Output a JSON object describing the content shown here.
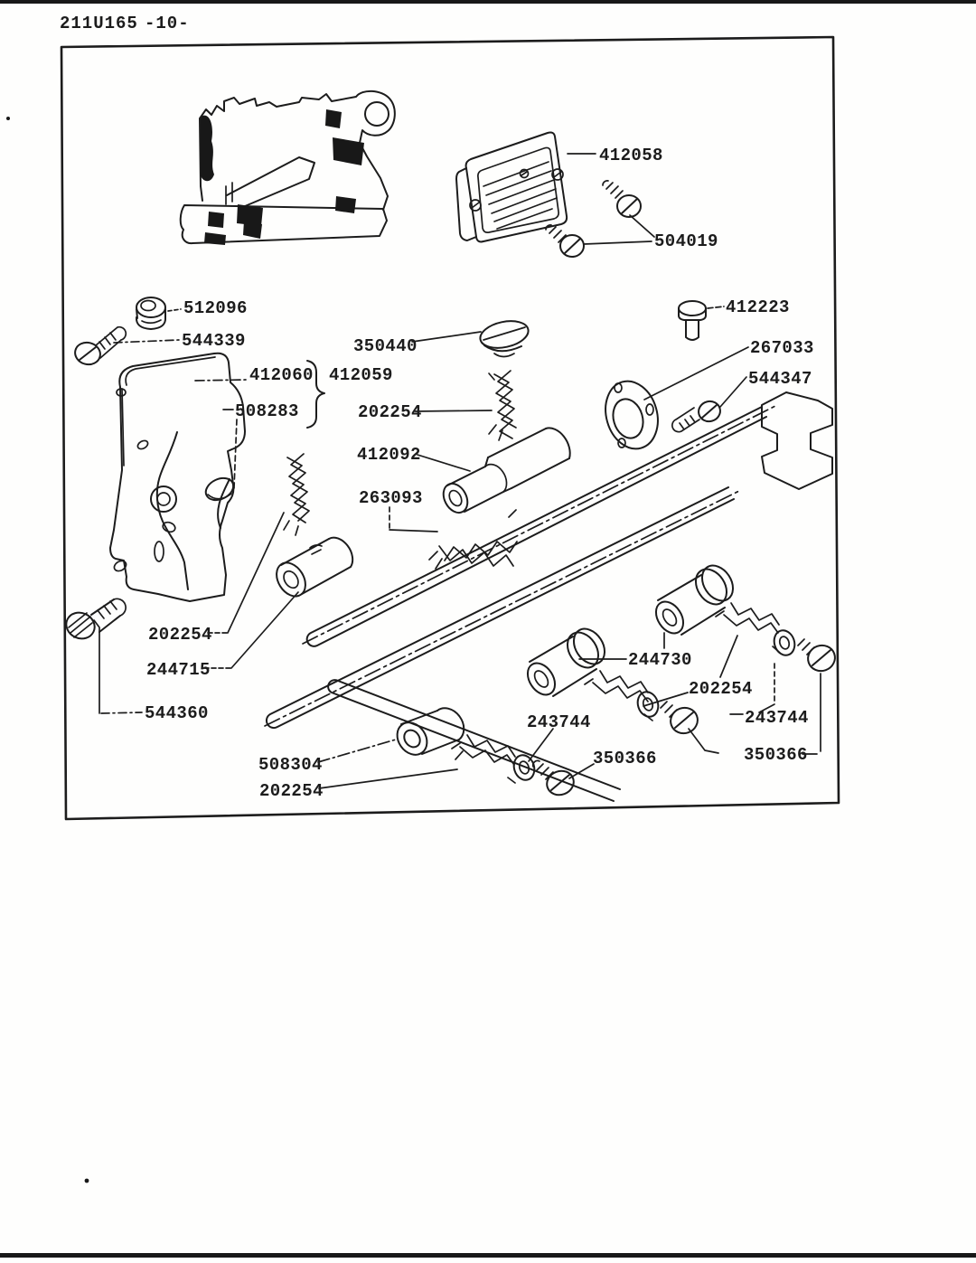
{
  "page": {
    "code": "211U165",
    "page_number": "-10-"
  },
  "colors": {
    "ink": "#1c1c1c",
    "paper": "#fefefd"
  },
  "labels": [
    {
      "text": "412058"
    },
    {
      "text": "504019"
    },
    {
      "text": "512096"
    },
    {
      "text": "544339"
    },
    {
      "text": "350440"
    },
    {
      "text": "412223"
    },
    {
      "text": "267033"
    },
    {
      "text": "544347"
    },
    {
      "text": "412060"
    },
    {
      "text": "412059"
    },
    {
      "text": "508283"
    },
    {
      "text": "202254"
    },
    {
      "text": "412092"
    },
    {
      "text": "263093"
    },
    {
      "text": "202254"
    },
    {
      "text": "244715"
    },
    {
      "text": "544360"
    },
    {
      "text": "244730"
    },
    {
      "text": "202254"
    },
    {
      "text": "243744"
    },
    {
      "text": "350366"
    },
    {
      "text": "243744"
    },
    {
      "text": "350366"
    },
    {
      "text": "508304"
    },
    {
      "text": "202254"
    }
  ]
}
